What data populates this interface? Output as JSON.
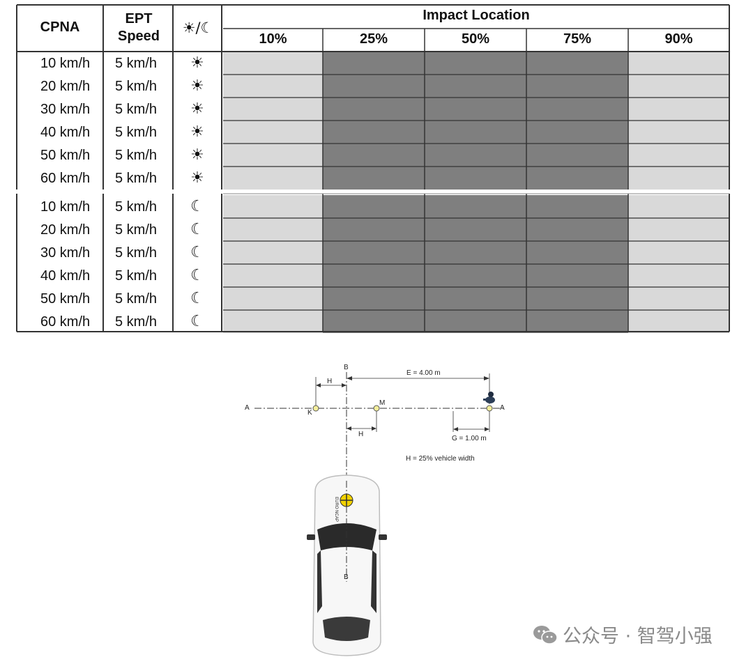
{
  "table": {
    "headers": {
      "cpna": "CPNA",
      "ept_line1": "EPT",
      "ept_line2": "Speed",
      "light": "☀/☾",
      "impact_location": "Impact Location"
    },
    "impact_columns": [
      "10%",
      "25%",
      "50%",
      "75%",
      "90%"
    ],
    "column_shading": [
      "light",
      "dark",
      "dark",
      "dark",
      "light"
    ],
    "colors": {
      "light": "#d9d9d9",
      "dark": "#7f7f7f",
      "border": "#333333"
    },
    "day_rows": [
      {
        "cpna": "10 km/h",
        "ept": "5 km/h",
        "light": "☀"
      },
      {
        "cpna": "20 km/h",
        "ept": "5 km/h",
        "light": "☀"
      },
      {
        "cpna": "30 km/h",
        "ept": "5 km/h",
        "light": "☀"
      },
      {
        "cpna": "40 km/h",
        "ept": "5 km/h",
        "light": "☀"
      },
      {
        "cpna": "50 km/h",
        "ept": "5 km/h",
        "light": "☀"
      },
      {
        "cpna": "60 km/h",
        "ept": "5 km/h",
        "light": "☀"
      }
    ],
    "night_rows": [
      {
        "cpna": "10 km/h",
        "ept": "5 km/h",
        "light": "☾"
      },
      {
        "cpna": "20 km/h",
        "ept": "5 km/h",
        "light": "☾"
      },
      {
        "cpna": "30 km/h",
        "ept": "5 km/h",
        "light": "☾"
      },
      {
        "cpna": "40 km/h",
        "ept": "5 km/h",
        "light": "☾"
      },
      {
        "cpna": "50 km/h",
        "ept": "5 km/h",
        "light": "☾"
      },
      {
        "cpna": "60 km/h",
        "ept": "5 km/h",
        "light": "☾"
      }
    ]
  },
  "diagram": {
    "label_a_left": "A",
    "label_a_right": "A",
    "label_b_top": "B",
    "label_b_bottom": "B",
    "label_h_top": "H",
    "label_h_bottom": "H",
    "label_k": "K",
    "label_m": "M",
    "label_e": "E = 4.00 m",
    "label_g": "G = 1.00 m",
    "note": "H = 25% vehicle width",
    "car_text": "EURO NCAP"
  },
  "watermark": {
    "text": "公众号 · 智驾小强"
  }
}
